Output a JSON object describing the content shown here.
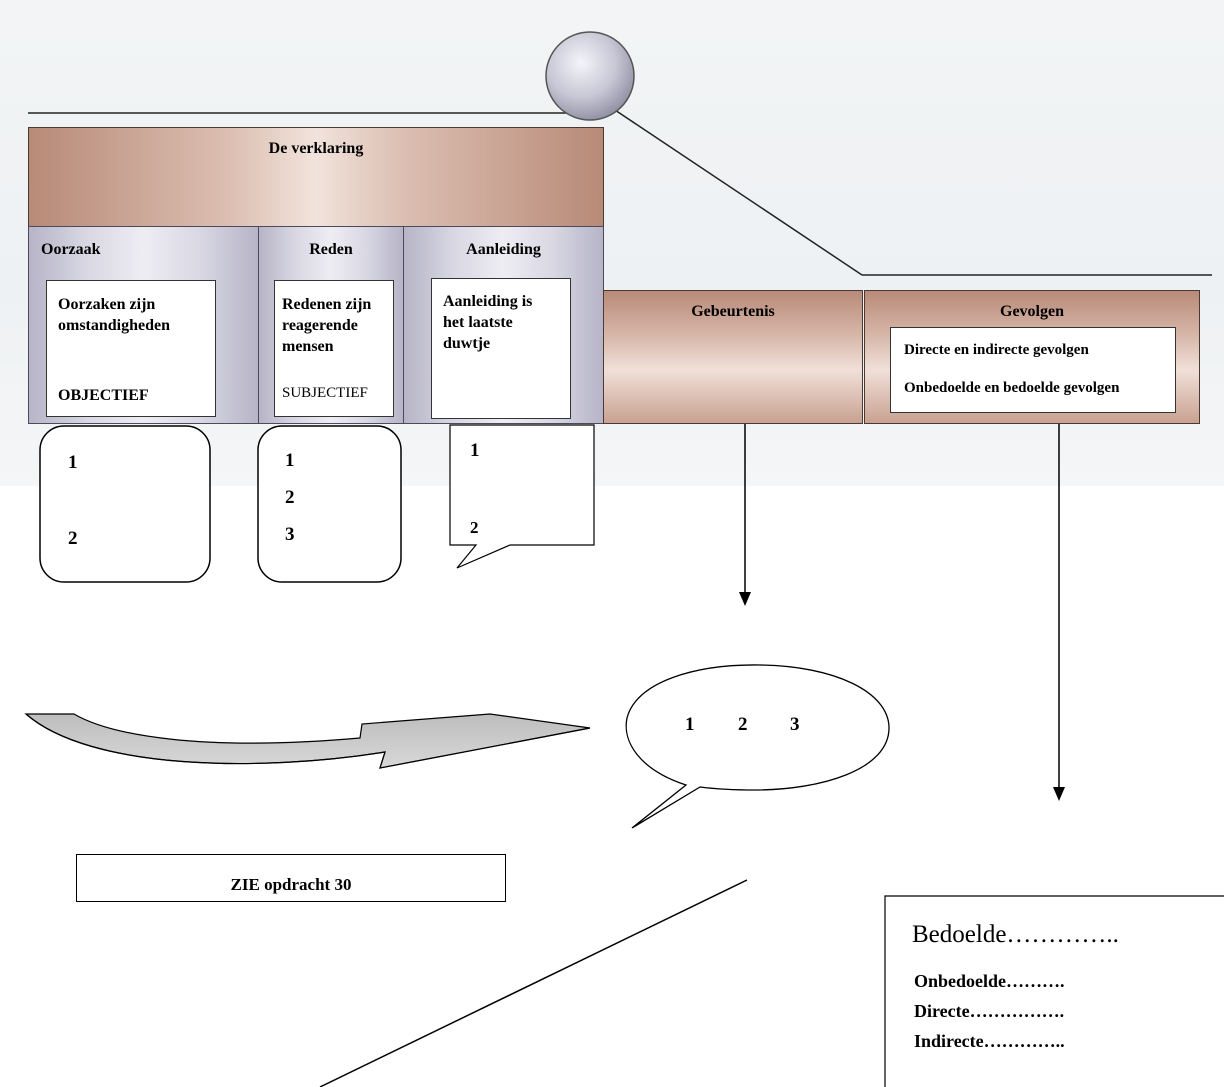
{
  "diagram": {
    "verklaring_title": "De verklaring",
    "columns": {
      "oorzaak": {
        "header": "Oorzaak",
        "line1": "Oorzaken zijn",
        "line2": "omstandigheden",
        "tag": "OBJECTIEF"
      },
      "reden": {
        "header": "Reden",
        "line1": "Redenen zijn",
        "line2": "reagerende",
        "line3": "mensen",
        "tag": "SUBJECTIEF"
      },
      "aanleiding": {
        "header": "Aanleiding",
        "line1": "Aanleiding is",
        "line2": "het laatste",
        "line3": "duwtje"
      }
    },
    "gebeurtenis": {
      "header": "Gebeurtenis"
    },
    "gevolgen": {
      "header": "Gevolgen",
      "line1": "Directe en indirecte gevolgen",
      "line2": "Onbedoelde en bedoelde gevolgen"
    }
  },
  "answer_boxes": {
    "oorzaak": [
      "1",
      "2"
    ],
    "reden": [
      "1",
      "2",
      "3"
    ],
    "aanleiding": [
      "1",
      "2"
    ],
    "bubble": [
      "1",
      "2",
      "3"
    ]
  },
  "reference_box": "ZIE opdracht 30",
  "consequence_list": {
    "title": "Bedoelde…………..",
    "items": [
      "Onbedoelde……….",
      "Directe…………….",
      "Indirecte………….."
    ]
  }
}
